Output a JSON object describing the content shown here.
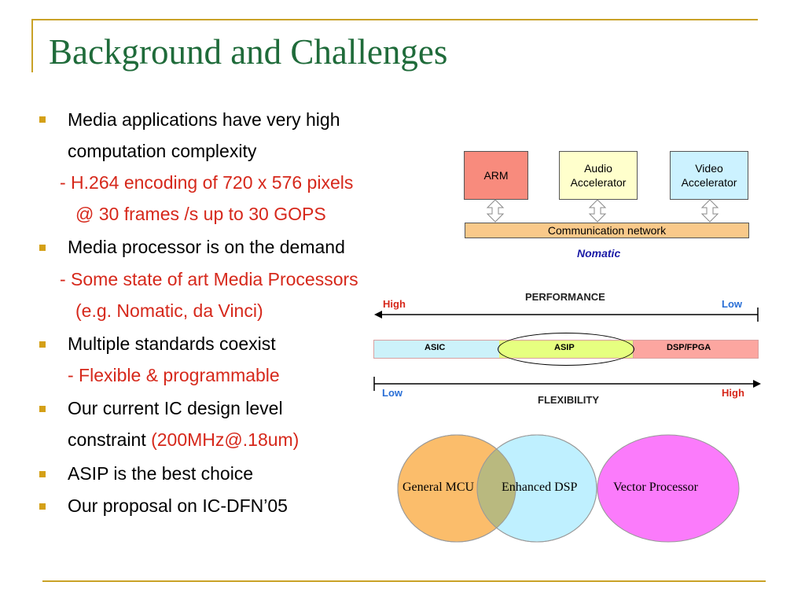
{
  "slide": {
    "title": "Background and Challenges",
    "bullets": {
      "b1_line1": "Media applications have very high",
      "b1_line2": "computation complexity",
      "b1_sub1": "- H.264 encoding of 720 x 576 pixels",
      "b1_sub2": "@ 30 frames /s up to 30 GOPS",
      "b2_line1": "Media processor is on the demand",
      "b2_sub1": "- Some state of art Media Processors",
      "b2_sub2": "(e.g. Nomatic, da Vinci)",
      "b3_line1": "Multiple standards coexist",
      "b3_sub1": "- Flexible & programmable",
      "b4_line1": "Our current IC design level",
      "b4_line2a": "constraint ",
      "b4_line2b": "(200MHz@.18um)",
      "b5_line1": "ASIP is the best choice",
      "b6_line1": "Our proposal on IC-DFN’05"
    }
  },
  "nomatic_diagram": {
    "arm": "ARM",
    "audio_line1": "Audio",
    "audio_line2": "Accelerator",
    "video_line1": "Video",
    "video_line2": "Accelerator",
    "bus": "Communication network",
    "caption": "Nomatic"
  },
  "tradeoff": {
    "performance_label": "PERFORMANCE",
    "perf_high": "High",
    "perf_low": "Low",
    "asic": "ASIC",
    "asip": "ASIP",
    "dsp_fpga": "DSP/FPGA",
    "flex_low": "Low",
    "flex_high": "High",
    "flexibility_label": "FLEXIBILITY"
  },
  "venn": {
    "left": "General MCU",
    "middle": "Enhanced DSP",
    "right": "Vector Processor"
  },
  "colors": {
    "title_green": "#1f6b3a",
    "bullet_gold": "#d4a017",
    "red_text": "#d6281b",
    "arm_fill": "#f88b7d",
    "accel_yellow": "#ffffcc",
    "accel_blue": "#ccf2ff",
    "bus_orange": "#f9c98a"
  }
}
